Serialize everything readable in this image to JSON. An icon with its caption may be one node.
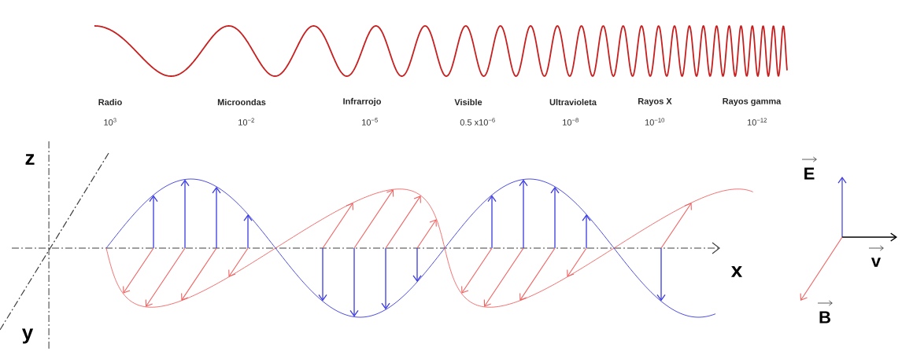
{
  "diagram": {
    "labels": [
      "Radio",
      "Microondas",
      "Infrarrojo",
      "Visible",
      "Ultravioleta",
      "Rayos X",
      "Rayos gamma",
      "10$^{3}$",
      "10$^{−2}$",
      "10$^{−5}$",
      "0.5 x10$^{−6}$",
      "10$^{−8}$",
      "10$^{−10}$",
      "10$^{−12}$",
      "z",
      "y",
      "x",
      "E",
      "v",
      "B"
    ]
  }
}
